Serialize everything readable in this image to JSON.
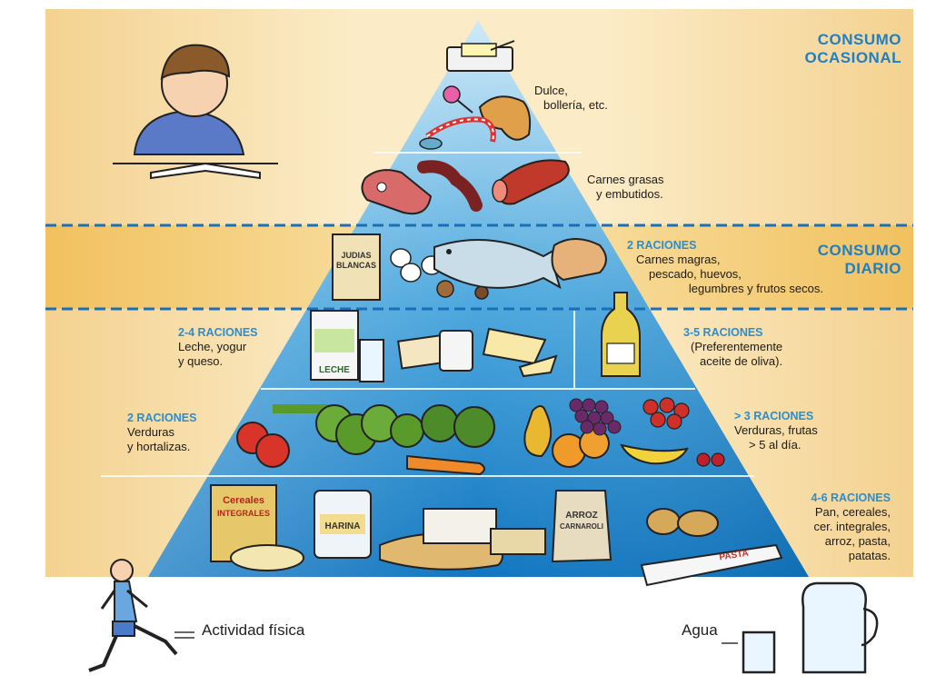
{
  "sections": {
    "occasional_header": [
      "CONSUMO",
      "OCASIONAL"
    ],
    "daily_header": [
      "CONSUMO",
      "DIARIO"
    ]
  },
  "labels": {
    "sweets": [
      "Dulce,",
      "bollería, etc."
    ],
    "fatty_meats": [
      "Carnes grasas",
      "y embutidos."
    ],
    "proteins": {
      "portions": "2 RACIONES",
      "lines": [
        "Carnes magras,",
        "pescado, huevos,",
        "legumbres y frutos secos."
      ]
    },
    "dairy": {
      "portions": "2-4 RACIONES",
      "lines": [
        "Leche, yogur",
        "y queso."
      ]
    },
    "oil": {
      "portions": "3-5 RACIONES",
      "lines": [
        "(Preferentemente",
        "aceite de oliva)."
      ]
    },
    "vegetables": {
      "portions": "2 RACIONES",
      "lines": [
        "Verduras",
        "y hortalizas."
      ]
    },
    "fruits": {
      "portions": "> 3 RACIONES",
      "lines": [
        "Verduras, frutas",
        "> 5 al día."
      ]
    },
    "cereals": {
      "portions": "4-6 RACIONES",
      "lines": [
        "Pan, cereales,",
        "cer. integrales,",
        "arroz, pasta,",
        "patatas."
      ]
    }
  },
  "packages": {
    "beans": [
      "JUDIAS",
      "BLANCAS"
    ],
    "milk": "LECHE",
    "cereal_box": [
      "Cereales",
      "INTEGRALES"
    ],
    "flour": "HARINA",
    "rice": [
      "ARROZ",
      "CARNAROLI"
    ],
    "pasta": "PASTA"
  },
  "footer": {
    "activity": "Actividad física",
    "water": "Agua"
  },
  "colors": {
    "band": "#f6d89a",
    "pyramid_top": "#cfe8f7",
    "pyramid_bottom": "#1680c6",
    "header_text": "#1f7fc4",
    "portion_text": "#2a8ed0"
  }
}
